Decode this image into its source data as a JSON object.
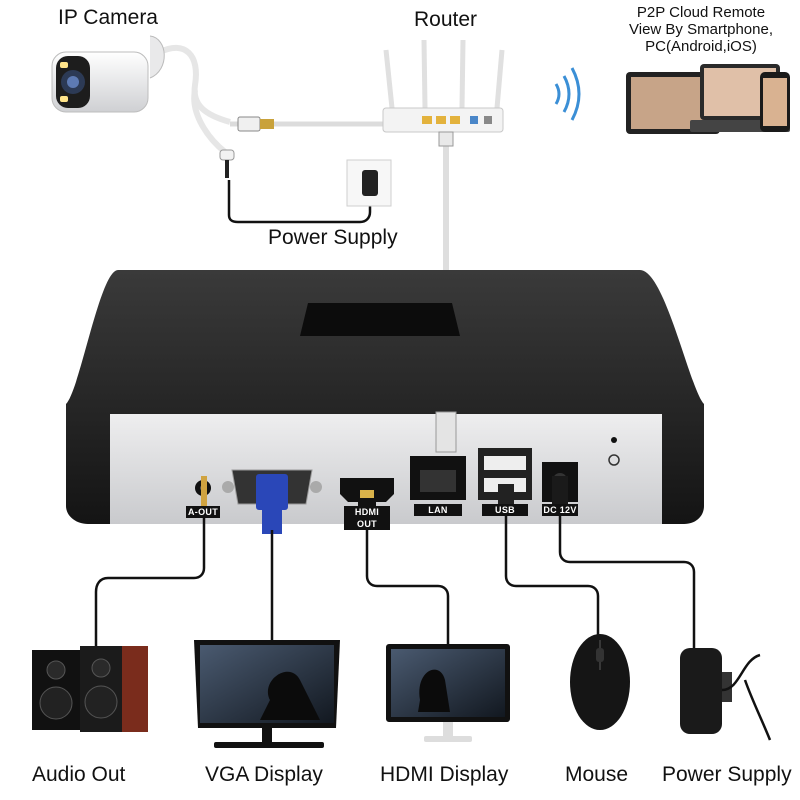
{
  "labels": {
    "ip_camera": "IP Camera",
    "router": "Router",
    "p2p_line1": "P2P Cloud Remote",
    "p2p_line2": "View By Smartphone,",
    "p2p_line3": "PC(Android,iOS)",
    "power_supply_top": "Power Supply"
  },
  "nvr_ports": {
    "audio": "A-OUT",
    "vga": "",
    "hdmi": "HDMI OUT",
    "lan": "LAN",
    "usb": "USB",
    "dc": "DC 12V"
  },
  "devices": [
    {
      "id": "audio",
      "label": "Audio Out",
      "icon": "speakers-icon"
    },
    {
      "id": "vga",
      "label": "VGA Display",
      "icon": "vga-monitor-icon"
    },
    {
      "id": "hdmi",
      "label": "HDMI Display",
      "icon": "hdmi-monitor-icon"
    },
    {
      "id": "mouse",
      "label": "Mouse",
      "icon": "mouse-icon"
    },
    {
      "id": "power",
      "label": "Power Supply",
      "icon": "power-adapter-icon"
    }
  ],
  "colors": {
    "nvr_body": "#1a1a1a",
    "nvr_panel": "#d9dade",
    "cable": "#111111",
    "lan_cable": "#d8d8d8",
    "vga_connector": "#2a47b8",
    "wifi": "#3b8fd6"
  }
}
